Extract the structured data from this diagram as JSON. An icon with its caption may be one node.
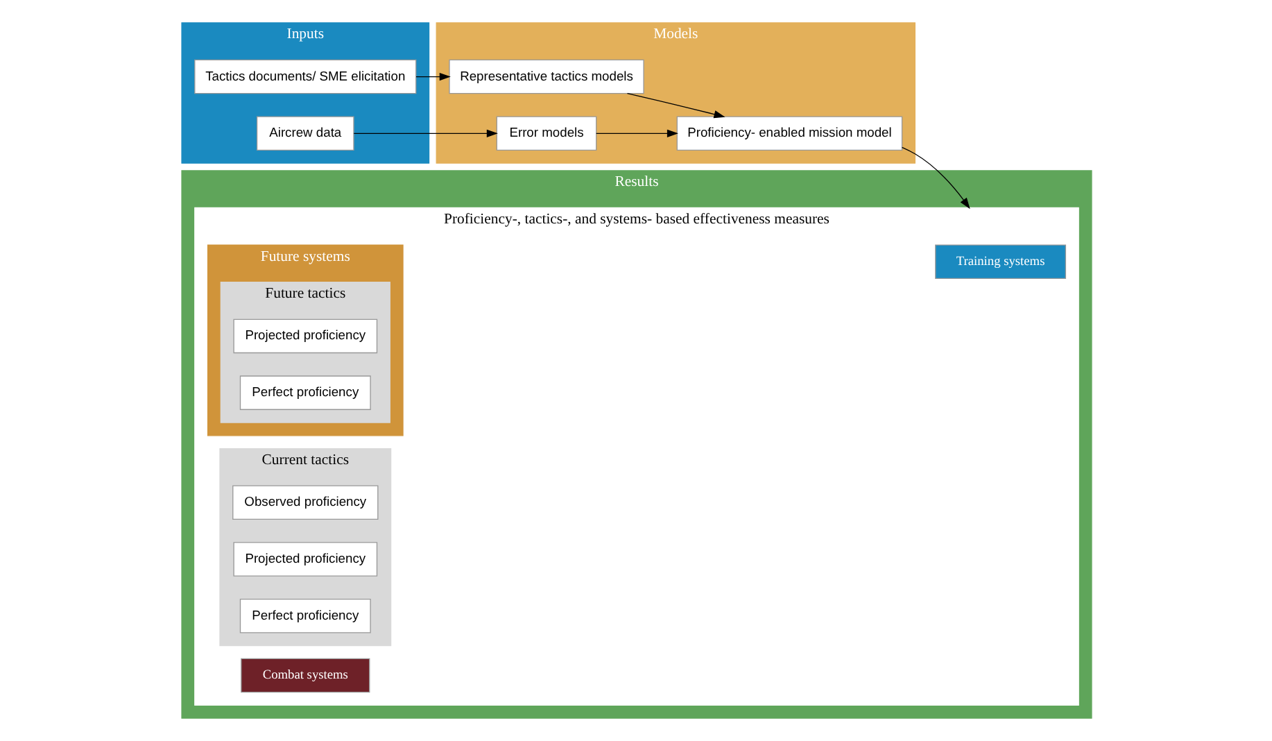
{
  "diagram": {
    "nodes": [
      {
        "text": [
          "Inputs"
        ]
      },
      {
        "text": [
          "Tactics documents/ SME elicitation"
        ],
        "in": 0
      },
      {
        "text": [
          "Aircrew data"
        ],
        "in": 0
      },
      {
        "text": [
          "Models"
        ]
      },
      {
        "text": [
          "Representative tactics models"
        ],
        "in": 3
      },
      {
        "text": [
          "Proficiency- enabled mission model"
        ],
        "in": 3
      },
      {
        "text": [
          "Error models"
        ],
        "in": 3
      },
      {
        "text": [
          "Results"
        ]
      },
      {
        "text": [
          "Proficiency-, tactics-, and systems- based effectiveness measures"
        ],
        "in": 7
      },
      {
        "text": [
          "Training systems"
        ],
        "in": 8
      },
      {
        "text": [
          "Combat systems"
        ],
        "in": 8
      },
      {
        "text": [
          "Future systems"
        ],
        "in": 8
      },
      {
        "text": [
          "Current tactics"
        ],
        "in": 8
      },
      {
        "text": [
          "Observed proficiency"
        ],
        "in": 12
      },
      {
        "text": [
          "Projected proficiency"
        ],
        "in": 12
      },
      {
        "text": [
          "Perfect proficiency"
        ],
        "in": 12
      },
      {
        "text": [
          "Future tactics"
        ],
        "in": 11
      },
      {
        "text": [
          "Projected proficiency"
        ],
        "in": 16
      },
      {
        "text": [
          "Perfect proficiency"
        ],
        "in": 16
      }
    ],
    "edges": [
      {
        "from": 1,
        "to": 4,
        "arrow": "to"
      },
      {
        "from": 2,
        "to": 6,
        "arrow": "to"
      },
      {
        "from": 4,
        "to": 5,
        "arrow": "to"
      },
      {
        "from": 6,
        "to": 5,
        "arrow": "to"
      },
      {
        "from": 5,
        "to": 8,
        "arrow": "to"
      }
    ]
  }
}
